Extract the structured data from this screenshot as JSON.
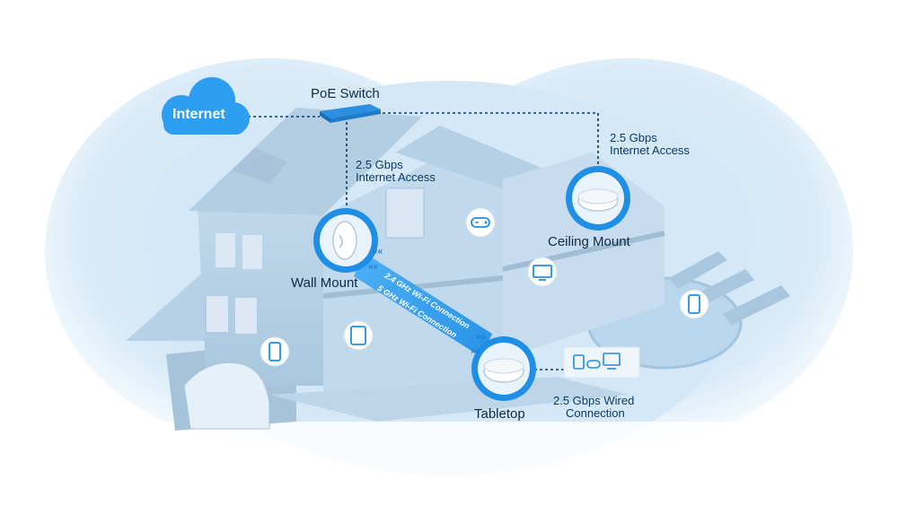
{
  "internet": {
    "label": "Internet"
  },
  "switch": {
    "label": "PoE Switch"
  },
  "links": {
    "wall_uplink": {
      "line1": "2.5 Gbps",
      "line2": "Internet Access"
    },
    "ceiling_uplink": {
      "line1": "2.5 Gbps",
      "line2": "Internet Access"
    },
    "wired": {
      "line1": "2.5 Gbps Wired",
      "line2": "Connection"
    }
  },
  "access_points": {
    "wall": {
      "label": "Wall Mount"
    },
    "ceiling": {
      "label": "Ceiling Mount"
    },
    "tabletop": {
      "label": "Tabletop"
    }
  },
  "wifi": {
    "band_24": "2.4 GHz Wi-Fi Connection",
    "band_5": "5 GHz Wi-Fi Connection"
  },
  "client_icons": [
    "gamepad-icon",
    "tv-icon",
    "phone-icon",
    "tablet-icon",
    "phone-icon"
  ],
  "wired_devices": [
    "tablet-icon",
    "gamepad-icon",
    "monitor-icon"
  ],
  "colors": {
    "background_blob": "#d6e9f8",
    "house": "#c4dbed",
    "accent": "#1a8ce0",
    "dashed_line": "#0b3a63",
    "wifi_beam": "#2b9cf0"
  }
}
